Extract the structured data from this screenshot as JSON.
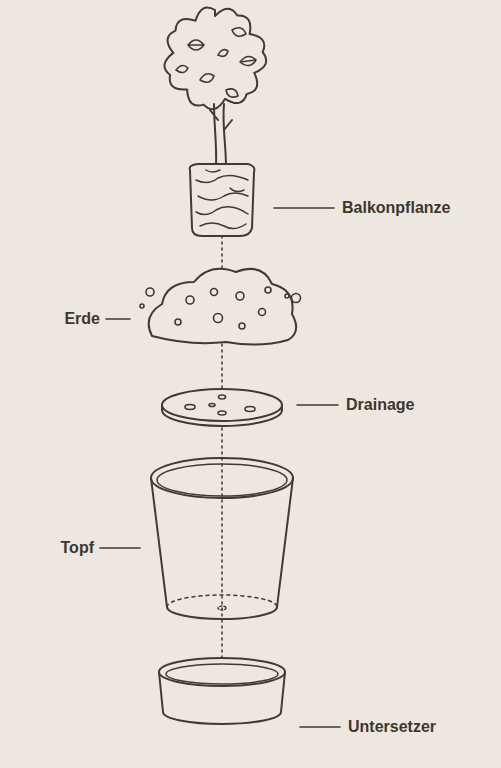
{
  "diagram": {
    "labels": [
      "Balkonpflanze",
      "Erde",
      "Drainage",
      "Topf",
      "Untersetzer"
    ]
  }
}
